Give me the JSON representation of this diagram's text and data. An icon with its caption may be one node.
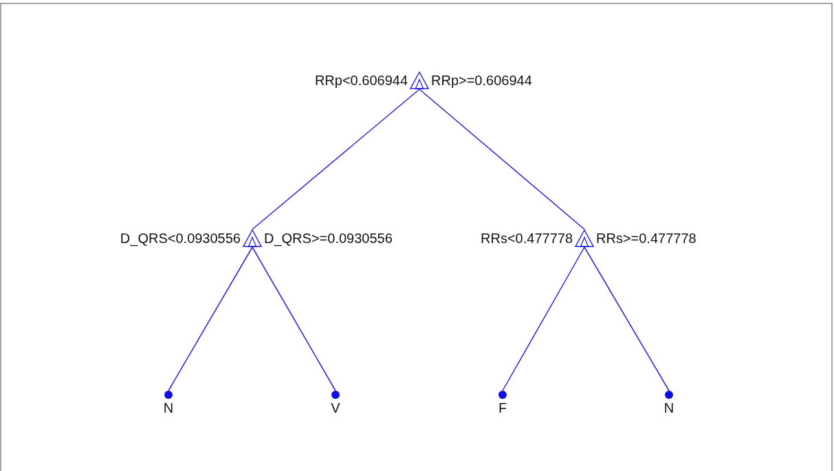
{
  "diagram": {
    "nodes": [
      {
        "text": [],
        "shape": "triangle",
        "beside": [
          "RRp<0.606944",
          "RRp>=0.606944"
        ]
      },
      {
        "text": [],
        "shape": "triangle",
        "beside": [
          "D_QRS<0.0930556",
          "D_QRS>=0.0930556"
        ]
      },
      {
        "text": [],
        "shape": "triangle",
        "beside": [
          "RRs<0.477778",
          "RRs>=0.477778"
        ]
      },
      {
        "text": [
          "N"
        ]
      },
      {
        "text": [
          "V"
        ]
      },
      {
        "text": [
          "F"
        ]
      },
      {
        "text": [
          "N"
        ]
      }
    ],
    "edges": [
      {
        "from": 0,
        "to": 1,
        "arrow": "none"
      },
      {
        "from": 0,
        "to": 2,
        "arrow": "none"
      },
      {
        "from": 1,
        "to": 3,
        "arrow": "none"
      },
      {
        "from": 1,
        "to": 4,
        "arrow": "none"
      },
      {
        "from": 2,
        "to": 5,
        "arrow": "none"
      },
      {
        "from": 2,
        "to": 6,
        "arrow": "none"
      }
    ]
  }
}
